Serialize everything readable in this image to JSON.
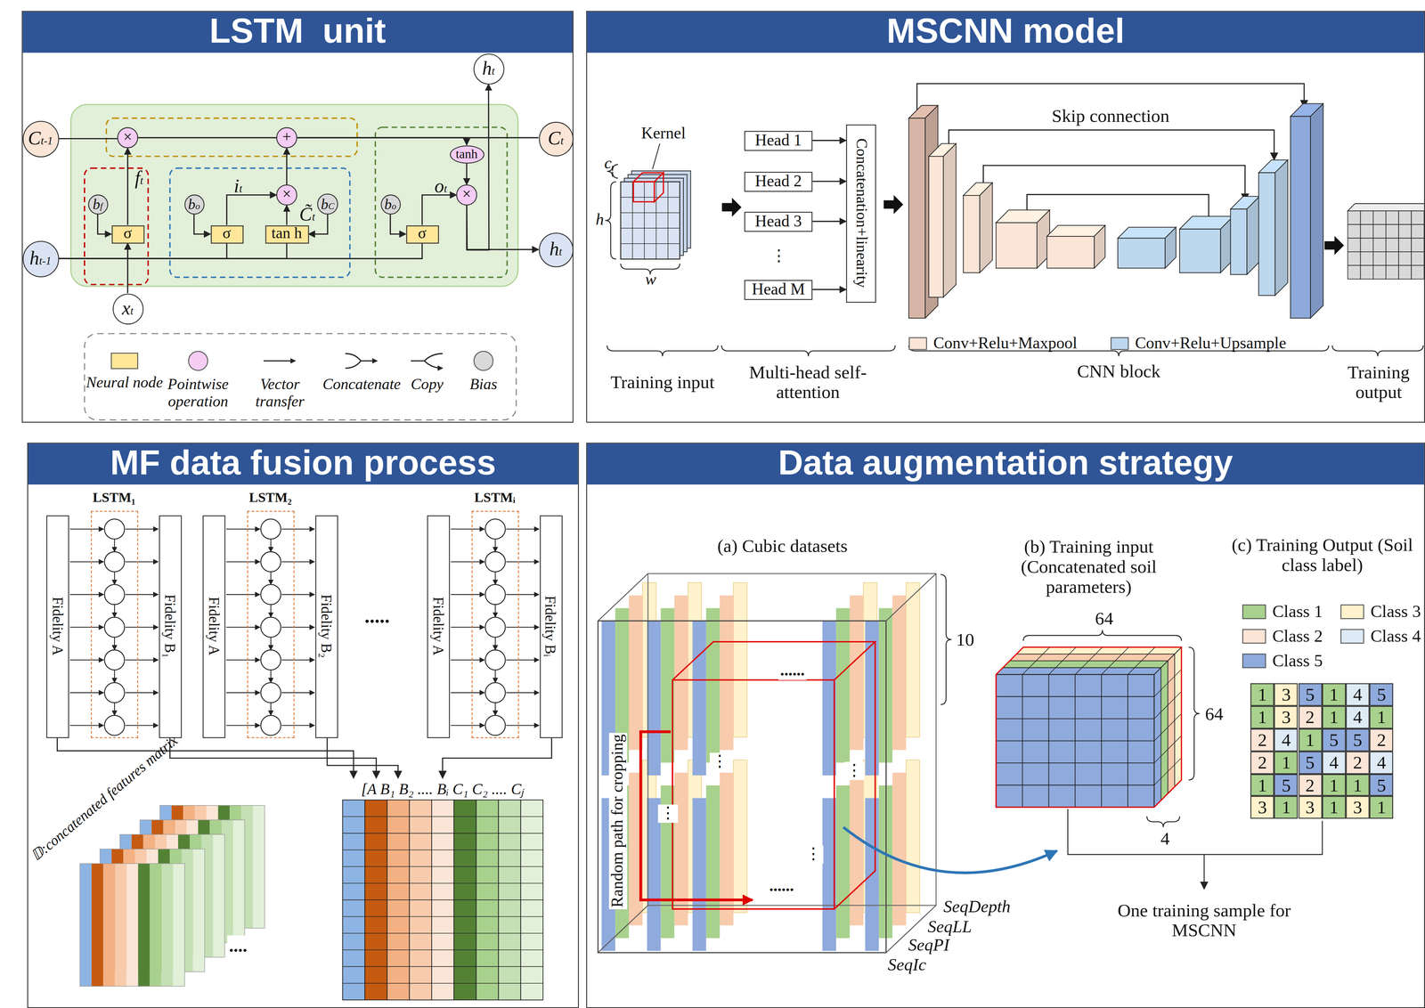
{
  "diagram": {
    "nodes": [
      {
        "text": [
          "LSTM  unit"
        ]
      },
      {
        "text": [
          "MSCNN model"
        ]
      },
      {
        "text": [
          "MF data fusion process"
        ]
      },
      {
        "text": [
          "Data augmentation strategy"
        ]
      },
      {
        "text": [
          "Ct-1"
        ],
        "in": 0
      },
      {
        "text": [
          "ht-1"
        ],
        "in": 0
      },
      {
        "text": [
          "xt"
        ],
        "in": 0
      },
      {
        "text": [
          "ht"
        ],
        "in": 0
      },
      {
        "text": [
          "Ct"
        ],
        "in": 0
      },
      {
        "text": [
          "ht"
        ],
        "in": 0
      },
      {
        "text": [
          "×"
        ],
        "in": 0
      },
      {
        "text": [
          "+"
        ],
        "in": 0
      },
      {
        "text": [
          "×"
        ],
        "in": 0
      },
      {
        "text": [
          "×"
        ],
        "in": 0
      },
      {
        "text": [
          "tanh"
        ],
        "in": 0
      },
      {
        "text": [
          "σ"
        ],
        "in": 0
      },
      {
        "text": [
          "σ"
        ],
        "in": 0
      },
      {
        "text": [
          "tan h"
        ],
        "in": 0
      },
      {
        "text": [
          "σ"
        ],
        "in": 0
      },
      {
        "text": [
          "bf"
        ],
        "in": 0
      },
      {
        "text": [
          "bo"
        ],
        "in": 0
      },
      {
        "text": [
          "bC"
        ],
        "in": 0
      },
      {
        "text": [
          "bo"
        ],
        "in": 0
      },
      {
        "text": [
          "Head 1"
        ],
        "in": 1
      },
      {
        "text": [
          "Head 2"
        ],
        "in": 1
      },
      {
        "text": [
          "Head 3"
        ],
        "in": 1
      },
      {
        "text": [
          "Head M"
        ],
        "in": 1
      },
      {
        "text": [
          "Concatenation+linearity"
        ],
        "in": 1
      },
      {
        "text": [
          "Fidelity A"
        ],
        "in": 2
      },
      {
        "text": [
          "LSTM₁"
        ],
        "in": 2
      },
      {
        "text": [
          "Fidelity B₁"
        ],
        "in": 2
      },
      {
        "text": [
          "Fidelity A"
        ],
        "in": 2
      },
      {
        "text": [
          "LSTM₂"
        ],
        "in": 2
      },
      {
        "text": [
          "Fidelity B₂"
        ],
        "in": 2
      },
      {
        "text": [
          "Fidelity A"
        ],
        "in": 2
      },
      {
        "text": [
          "LSTMᵢ"
        ],
        "in": 2
      },
      {
        "text": [
          "Fidelity Bᵢ"
        ],
        "in": 2
      }
    ],
    "edges": [
      {
        "from": 4,
        "to": 10,
        "arrow": "none"
      },
      {
        "from": 10,
        "to": 11,
        "arrow": "none"
      },
      {
        "from": 11,
        "to": 8,
        "arrow": "none"
      },
      {
        "from": 15,
        "to": 10,
        "arrow": "to"
      },
      {
        "from": 16,
        "to": 12,
        "arrow": "to"
      },
      {
        "from": 17,
        "to": 12,
        "arrow": "to"
      },
      {
        "from": 12,
        "to": 11,
        "arrow": "to"
      },
      {
        "from": 18,
        "to": 13,
        "arrow": "to"
      },
      {
        "from": 14,
        "to": 13,
        "arrow": "to"
      },
      {
        "from": 11,
        "to": 14,
        "arrow": "to"
      },
      {
        "from": 13,
        "to": 9,
        "arrow": "to"
      },
      {
        "from": 13,
        "to": 7,
        "arrow": "to"
      },
      {
        "from": 6,
        "to": 15,
        "arrow": "to"
      },
      {
        "from": 5,
        "to": 15,
        "arrow": "none"
      },
      {
        "from": 5,
        "to": 16,
        "arrow": "none"
      },
      {
        "from": 5,
        "to": 17,
        "arrow": "none"
      },
      {
        "from": 5,
        "to": 18,
        "arrow": "none"
      },
      {
        "from": 19,
        "to": 15,
        "arrow": "to"
      },
      {
        "from": 20,
        "to": 16,
        "arrow": "to"
      },
      {
        "from": 21,
        "to": 17,
        "arrow": "to"
      },
      {
        "from": 22,
        "to": 18,
        "arrow": "to"
      },
      {
        "from": 23,
        "to": 27,
        "arrow": "to"
      },
      {
        "from": 24,
        "to": 27,
        "arrow": "to"
      },
      {
        "from": 25,
        "to": 27,
        "arrow": "to"
      },
      {
        "from": 26,
        "to": 27,
        "arrow": "to"
      }
    ],
    "labels": [
      "ft",
      "it",
      "C̃t",
      "ot",
      "Kernel",
      "c",
      "h",
      "w",
      "⋮",
      "Skip connection",
      "Training input",
      "Multi-head self-attention",
      "CNN block",
      "Training output",
      ".....",
      "𝔻:concatenated features matrix",
      "....",
      "[A B₁ B₂ .... Bᵢ C₁ C₂ .... Cⱼ",
      "(a) Cubic datasets",
      "(b) Training input (Concatenated soil parameters)",
      "(c) Training Output (Soil class label)",
      "10",
      "64",
      "64",
      "4",
      "Random path for cropping",
      "SeqDepth",
      "SeqLL",
      "SeqPI",
      "SeqIc",
      "One training sample for MSCNN",
      "......",
      "......",
      "⋮",
      "⋮",
      "⋮",
      "⋮",
      "1",
      "3",
      "5",
      "1",
      "4",
      "5",
      "1",
      "3",
      "2",
      "1",
      "4",
      "1",
      "2",
      "4",
      "1",
      "5",
      "5",
      "2",
      "2",
      "1",
      "5",
      "4",
      "2",
      "4",
      "1",
      "5",
      "2",
      "1",
      "1",
      "5",
      "3",
      "1",
      "3",
      "1",
      "3",
      "1"
    ],
    "legend": [
      {
        "text": "Neural node",
        "color": "#ffe699"
      },
      {
        "text": "Pointwise operation",
        "color": "#f4ccf4"
      },
      {
        "text": "Vector transfer"
      },
      {
        "text": "Concatenate"
      },
      {
        "text": "Copy"
      },
      {
        "text": "Bias",
        "color": "#d9d9d9"
      },
      {
        "text": "Conv+Relu+Maxpool",
        "color": "#fbe5d6"
      },
      {
        "text": "Conv+Relu+Upsample",
        "color": "#bdd7ee"
      },
      {
        "text": "Class 1",
        "color": "#a9d18e"
      },
      {
        "text": "Class 3",
        "color": "#fff2cc"
      },
      {
        "text": "Class 2",
        "color": "#fbe5d6"
      },
      {
        "text": "Class 4",
        "color": "#deebf7"
      },
      {
        "text": "Class 5",
        "color": "#8faadc"
      }
    ]
  }
}
